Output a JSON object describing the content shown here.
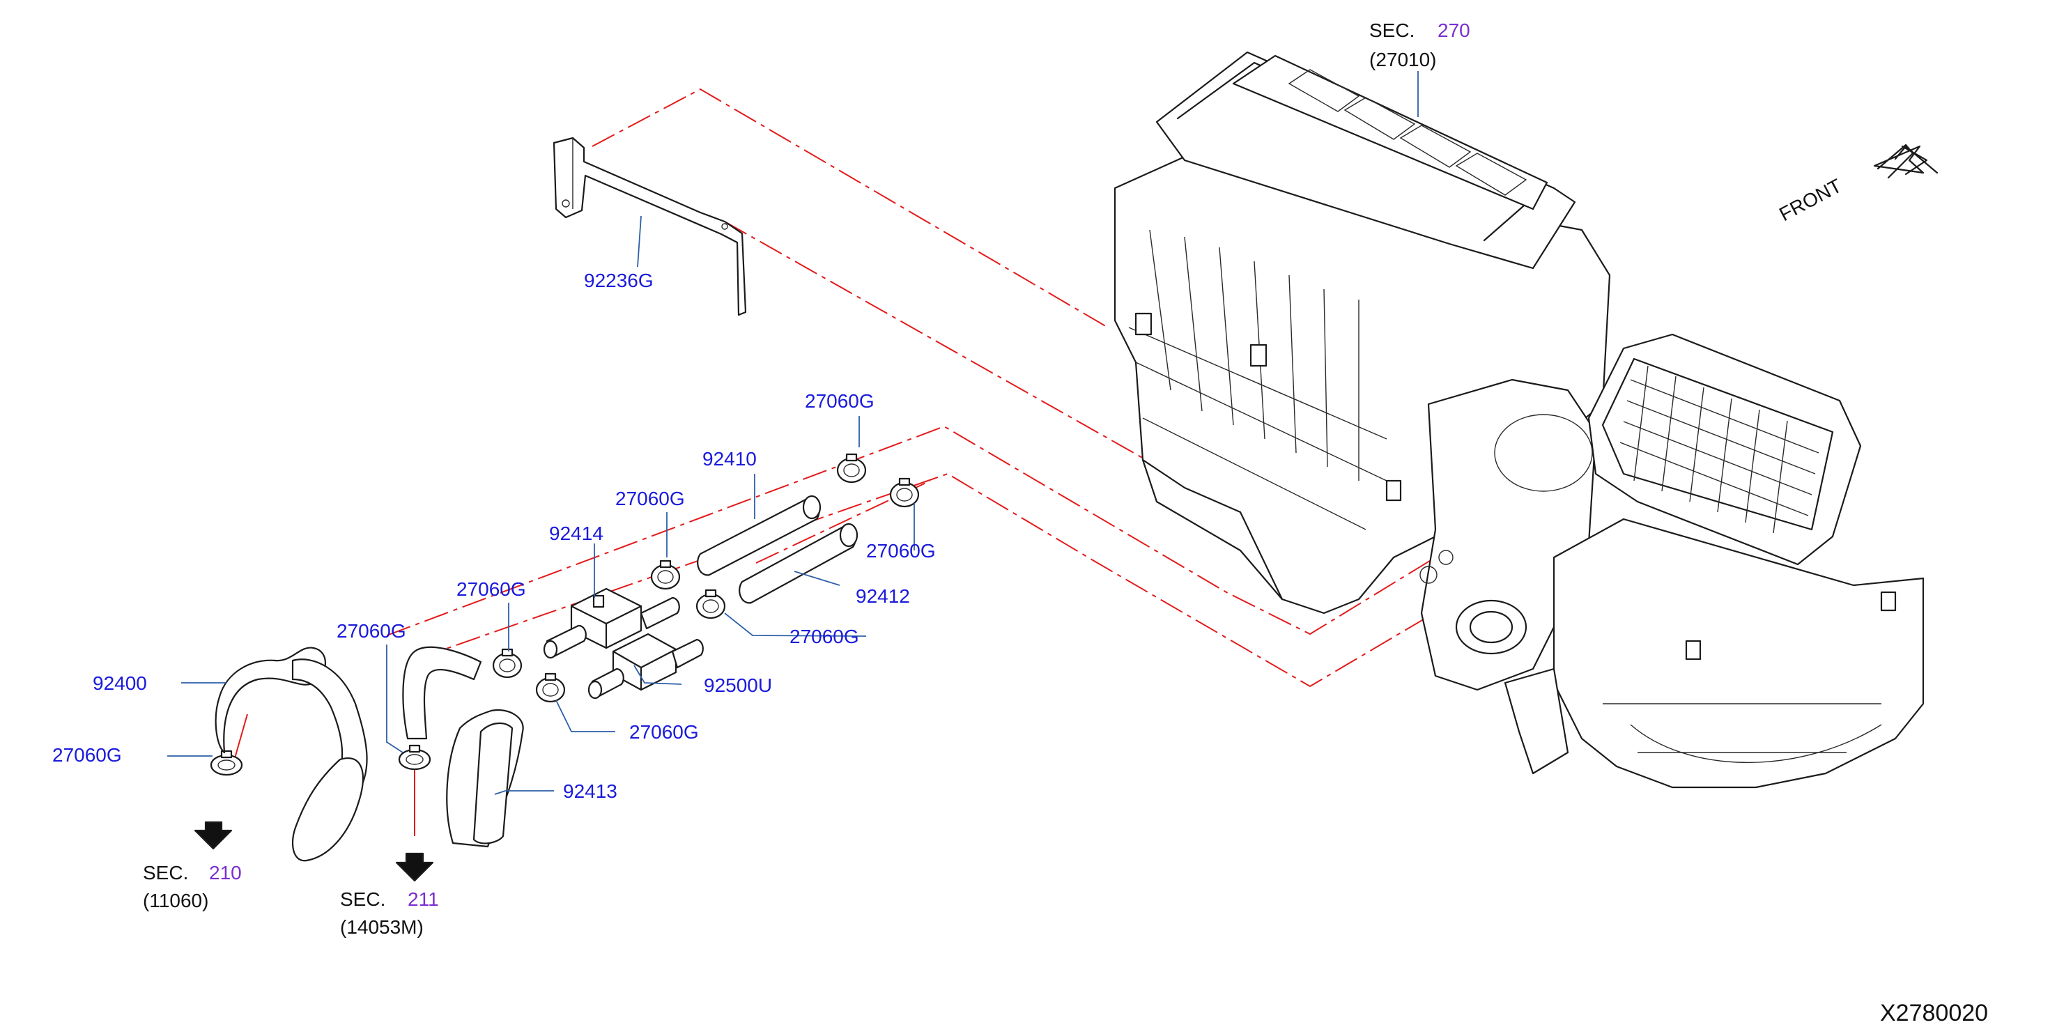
{
  "parts": {
    "bracket": "92236G",
    "hose_inlet_short": "92410",
    "hose_outlet_short": "92412",
    "valve_tee": "92414",
    "valve_assembly": "92500U",
    "hose_heater_inlet": "92400",
    "hose_heater_outlet": "92413",
    "clamp": "27060G"
  },
  "sections": {
    "heater_unit": {
      "prefix": "SEC.",
      "number": "270",
      "ref": "(27010)"
    },
    "engine_a": {
      "prefix": "SEC.",
      "number": "210",
      "ref": "(11060)"
    },
    "engine_b": {
      "prefix": "SEC.",
      "number": "211",
      "ref": "(14053M)"
    }
  },
  "orientation": {
    "label": "FRONT",
    "icon": "front-arrow-icon"
  },
  "diagram_id": "X2780020",
  "colors": {
    "part_label": "#1a1adc",
    "section_number": "#7a2fd0",
    "phantom_line": "#e41a1a",
    "leader_line": "#2d5fa8",
    "line_art": "#1b1b1b"
  }
}
